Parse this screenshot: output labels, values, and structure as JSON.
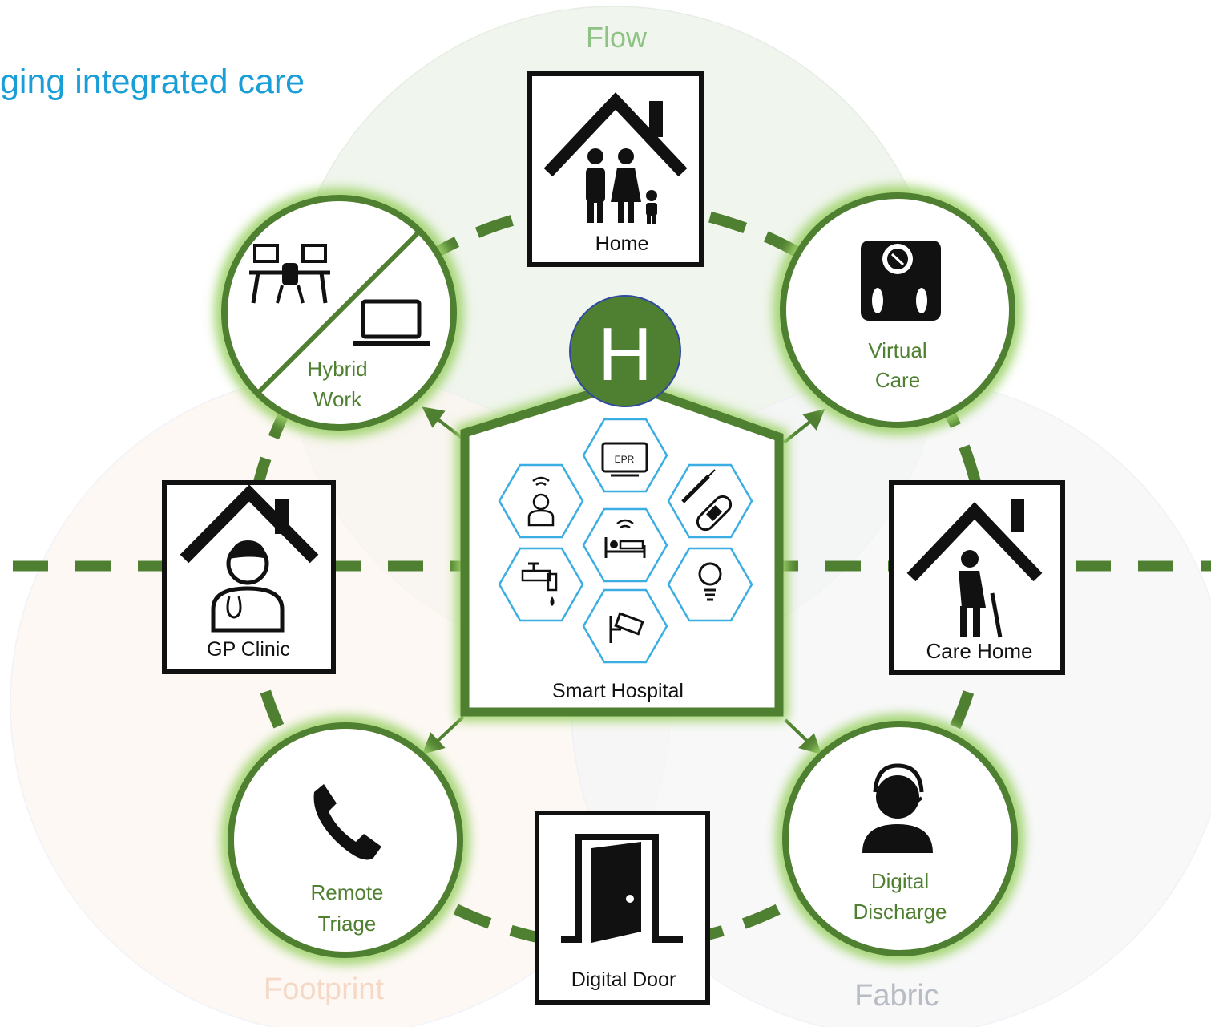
{
  "title": "ging integrated care",
  "zones": {
    "flow": "Flow",
    "footprint": "Footprint",
    "fabric": "Fabric"
  },
  "colors": {
    "title": "#1a9ed8",
    "green": "#4f7f30",
    "glow": "#9ed36a",
    "hex_border": "#3aaee3",
    "flow_label": "#8fc285",
    "footprint_label": "#f5d8c6",
    "fabric_label": "#b8bcc4"
  },
  "nodes": {
    "home": "Home",
    "virtual_care": [
      "Virtual",
      "Care"
    ],
    "care_home": "Care Home",
    "digital_discharge": [
      "Digital",
      "Discharge"
    ],
    "digital_door": "Digital Door",
    "remote_triage": [
      "Remote",
      "Triage"
    ],
    "gp_clinic": "GP Clinic",
    "hybrid_work": [
      "Hybrid",
      "Work"
    ]
  },
  "hospital": {
    "badge": "H",
    "label": "Smart Hospital",
    "epr": "EPR"
  },
  "icons": [
    "family-house-icon",
    "scale-icon",
    "elderly-house-icon",
    "headset-agent-icon",
    "door-icon",
    "phone-icon",
    "doctor-house-icon",
    "desk-chairs-icon",
    "laptop-icon",
    "epr-monitor-icon",
    "syringe-plaster-icon",
    "nurse-wifi-icon",
    "bed-wifi-icon",
    "tap-icon",
    "bulb-icon",
    "camera-icon"
  ]
}
